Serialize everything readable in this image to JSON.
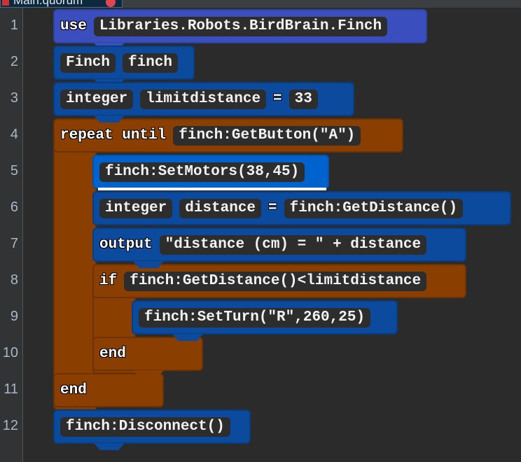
{
  "tab": {
    "title": "Main.quorum"
  },
  "line_numbers": [
    "1",
    "2",
    "3",
    "4",
    "5",
    "6",
    "7",
    "8",
    "9",
    "10",
    "11",
    "12"
  ],
  "code": {
    "l1": {
      "keyword": "use",
      "library": "Libraries.Robots.BirdBrain.Finch"
    },
    "l2": {
      "type": "Finch",
      "name": "finch"
    },
    "l3": {
      "type": "integer",
      "name": "limitdistance",
      "op": "=",
      "value": "33"
    },
    "l4": {
      "keyword": "repeat until",
      "condition": "finch:GetButton(\"A\")"
    },
    "l5": {
      "call": "finch:SetMotors(38,45)"
    },
    "l6": {
      "type": "integer",
      "name": "distance",
      "op": "=",
      "value": "finch:GetDistance()"
    },
    "l7": {
      "keyword": "output",
      "expr": "\"distance (cm) = \" + distance"
    },
    "l8": {
      "keyword": "if",
      "condition": "finch:GetDistance()<limitdistance"
    },
    "l9": {
      "call": "finch:SetTurn(\"R\",260,25)"
    },
    "l10": {
      "keyword": "end"
    },
    "l11": {
      "keyword": "end"
    },
    "l12": {
      "call": "finch:Disconnect()"
    }
  },
  "colors": {
    "use_block": "#3a4fbd",
    "statement_block": "#0b4a9c",
    "selected_block": "#0062cc",
    "control_block": "#8a3e00",
    "background": "#2b2b2b"
  }
}
